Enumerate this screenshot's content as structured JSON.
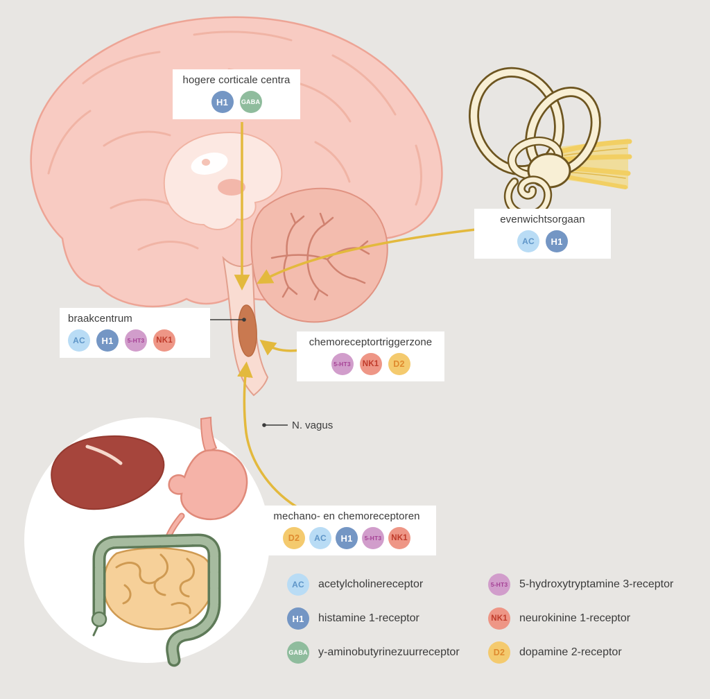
{
  "background": "#e8e6e3",
  "arrow_color": "#e3b93d",
  "receptors": {
    "AC": {
      "label": "AC",
      "bg": "#b9dcf5",
      "fg": "#5e95c8"
    },
    "H1": {
      "label": "H1",
      "bg": "#7496c4",
      "fg": "#ffffff"
    },
    "GABA": {
      "label": "GABA",
      "bg": "#8fbc9d",
      "fg": "#ffffff"
    },
    "5-HT3": {
      "label": "5-HT3",
      "bg": "#d19dcb",
      "fg": "#a43f94"
    },
    "NK1": {
      "label": "NK1",
      "bg": "#ee9686",
      "fg": "#bf3b2a"
    },
    "D2": {
      "label": "D2",
      "bg": "#f4ca6e",
      "fg": "#df8a2e"
    }
  },
  "groups": {
    "higher_cortical": {
      "title": "hogere corticale centra",
      "badges": [
        "H1",
        "GABA"
      ]
    },
    "vestibular": {
      "title": "evenwichtsorgaan",
      "badges": [
        "AC",
        "H1"
      ]
    },
    "vomiting_center": {
      "title": "braakcentrum",
      "badges": [
        "AC",
        "H1",
        "5-HT3",
        "NK1"
      ]
    },
    "ctz": {
      "title": "chemoreceptortriggerzone",
      "badges": [
        "5-HT3",
        "NK1",
        "D2"
      ]
    },
    "vagus": {
      "title": "N. vagus"
    },
    "gi_receptors": {
      "title": "mechano- en chemoreceptoren",
      "badges": [
        "D2",
        "AC",
        "H1",
        "5-HT3",
        "NK1"
      ]
    }
  },
  "legend": {
    "items": [
      {
        "key": "AC",
        "text": "acetylcholinereceptor"
      },
      {
        "key": "H1",
        "text": "histamine 1-receptor"
      },
      {
        "key": "GABA",
        "text": "y-aminobutyrinezuurreceptor"
      },
      {
        "key": "5-HT3",
        "text": "5-hydroxytryptamine 3-receptor"
      },
      {
        "key": "NK1",
        "text": "neurokinine 1-receptor"
      },
      {
        "key": "D2",
        "text": "dopamine 2-receptor"
      }
    ]
  },
  "illustration": {
    "brain": "sagittal brain section with cerebellum and brainstem",
    "inner_ear": "vestibular organ with semicircular canals and cochlea",
    "gi_tract": "liver, stomach and intestines in circular inset"
  }
}
